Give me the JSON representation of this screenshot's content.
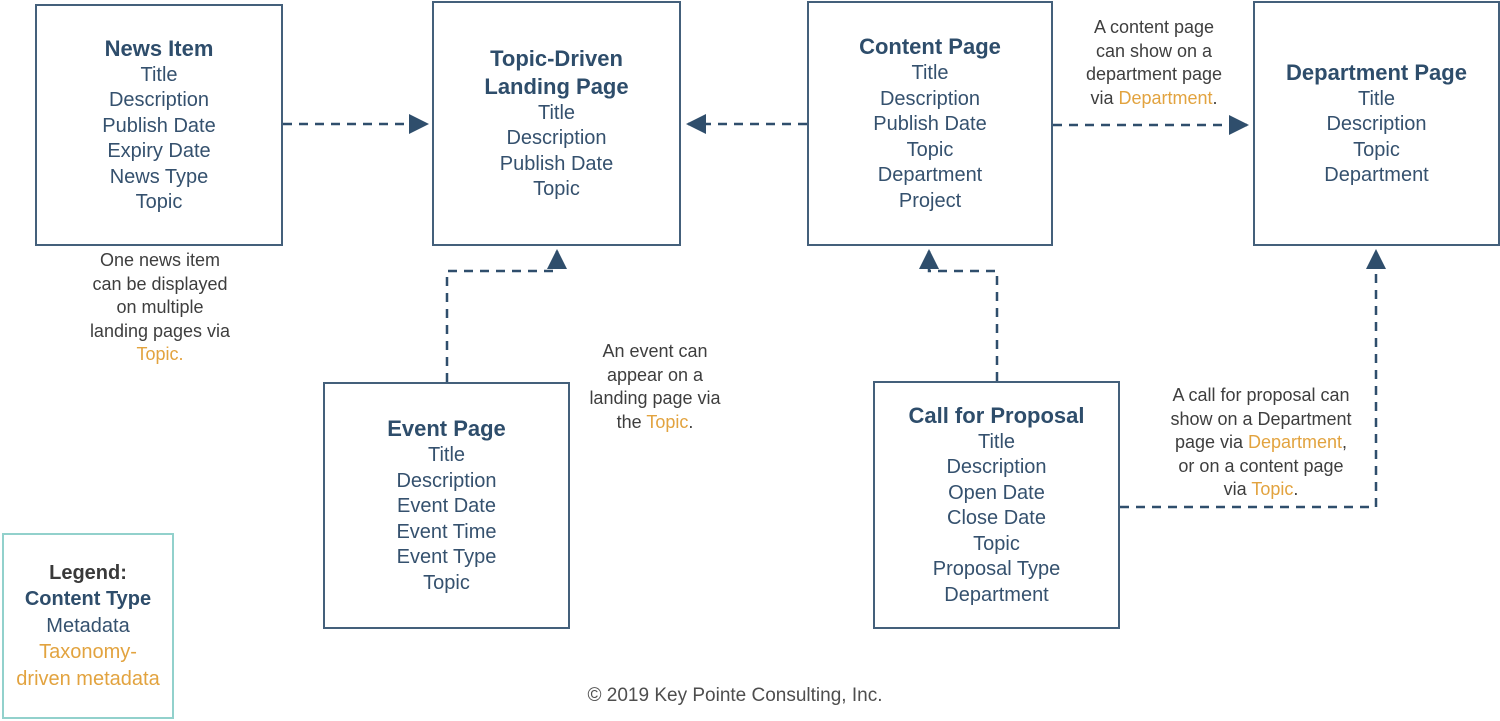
{
  "colors": {
    "navy_title": "#2e4d6b",
    "navy_field": "#35516e",
    "orange_taxonomy": "#e2a33f",
    "box_border": "#44607b",
    "arrow": "#2f4e6c",
    "annotation_text": "#3e3e3e",
    "legend_border": "#92d1cc",
    "copyright_text": "#4e4e4e",
    "background": "#ffffff"
  },
  "boxes": {
    "news_item": {
      "title": "News Item",
      "fields": [
        {
          "t": "Title",
          "tax": false
        },
        {
          "t": "Description",
          "tax": false
        },
        {
          "t": "Publish Date",
          "tax": false
        },
        {
          "t": "Expiry Date",
          "tax": false
        },
        {
          "t": "News Type",
          "tax": true
        },
        {
          "t": "Topic",
          "tax": true
        }
      ]
    },
    "landing_page": {
      "title_lines": [
        "Topic-Driven",
        "Landing Page"
      ],
      "fields": [
        {
          "t": "Title",
          "tax": false
        },
        {
          "t": "Description",
          "tax": false
        },
        {
          "t": "Publish Date",
          "tax": false
        },
        {
          "t": "Topic",
          "tax": true
        }
      ]
    },
    "content_page": {
      "title": "Content Page",
      "fields": [
        {
          "t": "Title",
          "tax": false
        },
        {
          "t": "Description",
          "tax": false
        },
        {
          "t": "Publish Date",
          "tax": false
        },
        {
          "t": "Topic",
          "tax": true
        },
        {
          "t": "Department",
          "tax": true
        },
        {
          "t": "Project",
          "tax": true
        }
      ]
    },
    "department_page": {
      "title": "Department Page",
      "fields": [
        {
          "t": "Title",
          "tax": false
        },
        {
          "t": "Description",
          "tax": false
        },
        {
          "t": "Topic",
          "tax": true
        },
        {
          "t": "Department",
          "tax": true
        }
      ]
    },
    "event_page": {
      "title": "Event Page",
      "fields": [
        {
          "t": "Title",
          "tax": false
        },
        {
          "t": "Description",
          "tax": false
        },
        {
          "t": "Event Date",
          "tax": false
        },
        {
          "t": "Event Time",
          "tax": false
        },
        {
          "t": "Event Type",
          "tax": true
        },
        {
          "t": "Topic",
          "tax": true
        }
      ]
    },
    "call_for_proposal": {
      "title": "Call for Proposal",
      "fields": [
        {
          "t": "Title",
          "tax": false
        },
        {
          "t": "Description",
          "tax": false
        },
        {
          "t": "Open Date",
          "tax": false
        },
        {
          "t": "Close Date",
          "tax": false
        },
        {
          "t": "Topic",
          "tax": true
        },
        {
          "t": "Proposal Type",
          "tax": true
        },
        {
          "t": "Department",
          "tax": true
        }
      ]
    }
  },
  "annotations": {
    "news_to_landing": {
      "lines": [
        {
          "segs": [
            {
              "t": "One news item",
              "tax": false
            }
          ]
        },
        {
          "segs": [
            {
              "t": "can be displayed",
              "tax": false
            }
          ]
        },
        {
          "segs": [
            {
              "t": "on multiple",
              "tax": false
            }
          ]
        },
        {
          "segs": [
            {
              "t": "landing pages via",
              "tax": false
            }
          ]
        },
        {
          "segs": [
            {
              "t": "Topic.",
              "tax": true
            }
          ]
        }
      ]
    },
    "content_to_department": {
      "lines": [
        {
          "segs": [
            {
              "t": "A content page",
              "tax": false
            }
          ]
        },
        {
          "segs": [
            {
              "t": "can show on a",
              "tax": false
            }
          ]
        },
        {
          "segs": [
            {
              "t": "department page",
              "tax": false
            }
          ]
        },
        {
          "segs": [
            {
              "t": "via ",
              "tax": false
            },
            {
              "t": "Department",
              "tax": true
            },
            {
              "t": ".",
              "tax": false
            }
          ]
        }
      ]
    },
    "event_to_landing": {
      "lines": [
        {
          "segs": [
            {
              "t": "An event can",
              "tax": false
            }
          ]
        },
        {
          "segs": [
            {
              "t": "appear on a",
              "tax": false
            }
          ]
        },
        {
          "segs": [
            {
              "t": "landing page via",
              "tax": false
            }
          ]
        },
        {
          "segs": [
            {
              "t": "the ",
              "tax": false
            },
            {
              "t": "Topic",
              "tax": true
            },
            {
              "t": ".",
              "tax": false
            }
          ]
        }
      ]
    },
    "proposal_to_pages": {
      "lines": [
        {
          "segs": [
            {
              "t": "A call for proposal can",
              "tax": false
            }
          ]
        },
        {
          "segs": [
            {
              "t": "show on a Department",
              "tax": false
            }
          ]
        },
        {
          "segs": [
            {
              "t": "page via ",
              "tax": false
            },
            {
              "t": "Department",
              "tax": true
            },
            {
              "t": ",",
              "tax": false
            }
          ]
        },
        {
          "segs": [
            {
              "t": "or on a content page",
              "tax": false
            }
          ]
        },
        {
          "segs": [
            {
              "t": "via ",
              "tax": false
            },
            {
              "t": "Topic",
              "tax": true
            },
            {
              "t": ".",
              "tax": false
            }
          ]
        }
      ]
    }
  },
  "legend": {
    "title": "Legend:",
    "content_type_label": "Content Type",
    "metadata_label": "Metadata",
    "taxonomy_line1": "Taxonomy-",
    "taxonomy_line2": "driven metadata"
  },
  "footer": {
    "copyright": "© 2019 Key Pointe Consulting, Inc."
  }
}
